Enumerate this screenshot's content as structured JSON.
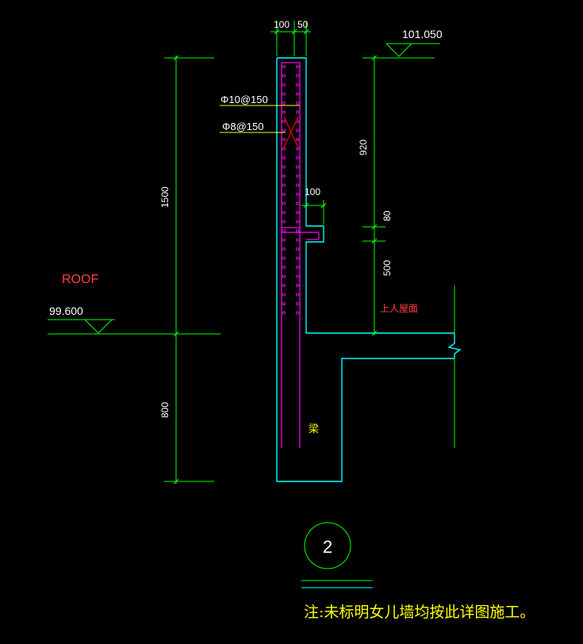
{
  "drawing": {
    "dims": {
      "top_width_1": "100",
      "top_width_2": "50",
      "elev_top": "101.050",
      "elev_roof": "99.600",
      "height_1500": "1500",
      "height_800": "800",
      "height_920": "920",
      "height_80": "80",
      "height_500": "500",
      "ledge_width": "100"
    },
    "labels": {
      "roof": "ROOF",
      "rebar_main": "Φ10@150",
      "rebar_tie": "Φ8@150",
      "roof_surface": "上人屋面",
      "beam": "梁",
      "detail_number": "2"
    },
    "note": "注:未标明女儿墙均按此详图施工。",
    "colors": {
      "dimension": "#00ff00",
      "concrete": "#00ffff",
      "rebar": "#ff00ff",
      "leader": "#ffff00",
      "hatch": "#ff0000",
      "text_white": "#ffffff",
      "text_red": "#ff4040"
    }
  }
}
